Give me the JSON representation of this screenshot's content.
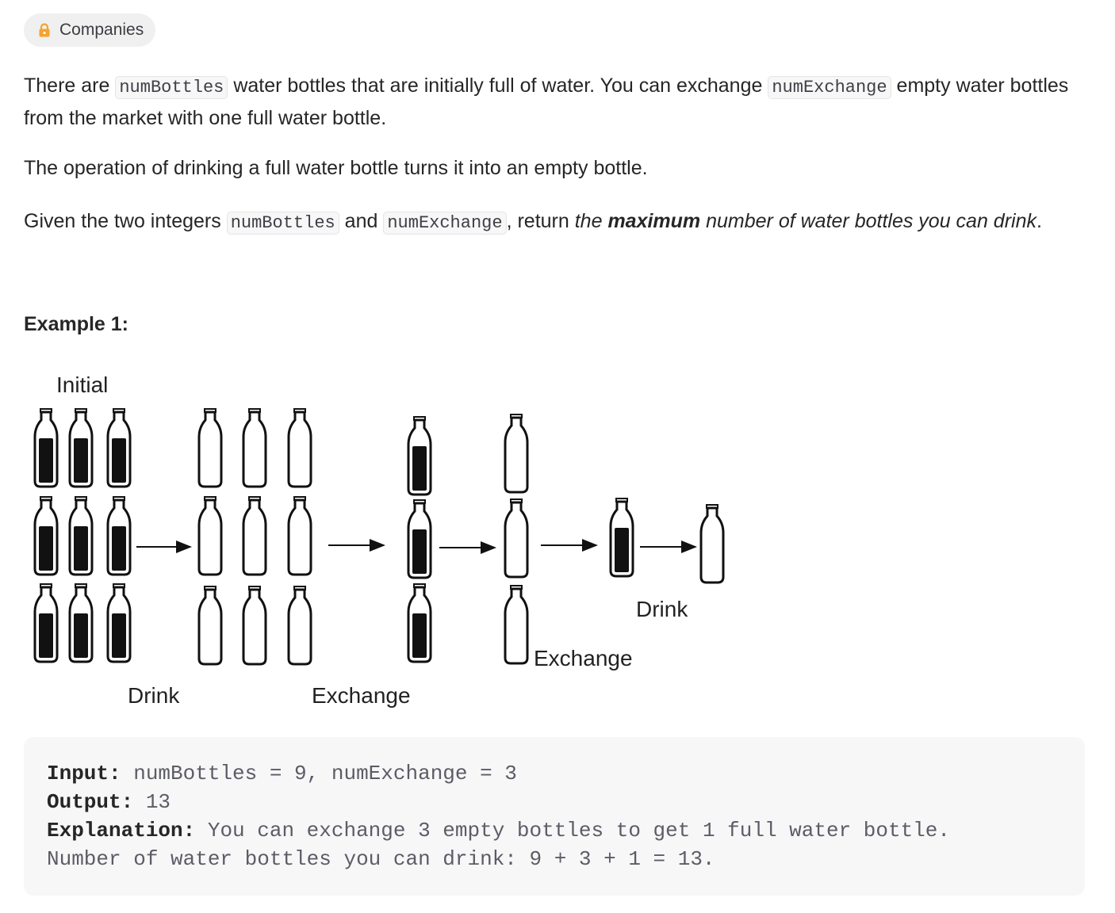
{
  "companies": {
    "label": "Companies",
    "icon": "lock-icon",
    "icon_color": "#f4a32b"
  },
  "description": {
    "p1": {
      "t1": "There are ",
      "c1": "numBottles",
      "t2": " water bottles that are initially full of water. You can exchange ",
      "c2": "numExchange",
      "t3": " empty water bottles from the market with one full water bottle."
    },
    "p2": "The operation of drinking a full water bottle turns it into an empty bottle.",
    "p3": {
      "t1": "Given the two integers ",
      "c1": "numBottles",
      "t2": " and ",
      "c2": "numExchange",
      "t3": ", return ",
      "i1": "the ",
      "b1": "maximum",
      "i2": " number of water bottles you can drink",
      "t4": "."
    }
  },
  "example": {
    "heading": "Example 1:",
    "diagram": {
      "label_initial": "Initial",
      "label_drink1": "Drink",
      "label_exchange1": "Exchange",
      "label_exchange2": "Exchange",
      "label_drink2": "Drink"
    },
    "input_label": "Input:",
    "input_value": " numBottles = 9, numExchange = 3",
    "output_label": "Output:",
    "output_value": " 13",
    "explanation_label": "Explanation:",
    "explanation_value": " You can exchange 3 empty bottles to get 1 full water bottle.",
    "explanation_line2": "Number of water bottles you can drink: 9 + 3 + 1 = 13."
  }
}
